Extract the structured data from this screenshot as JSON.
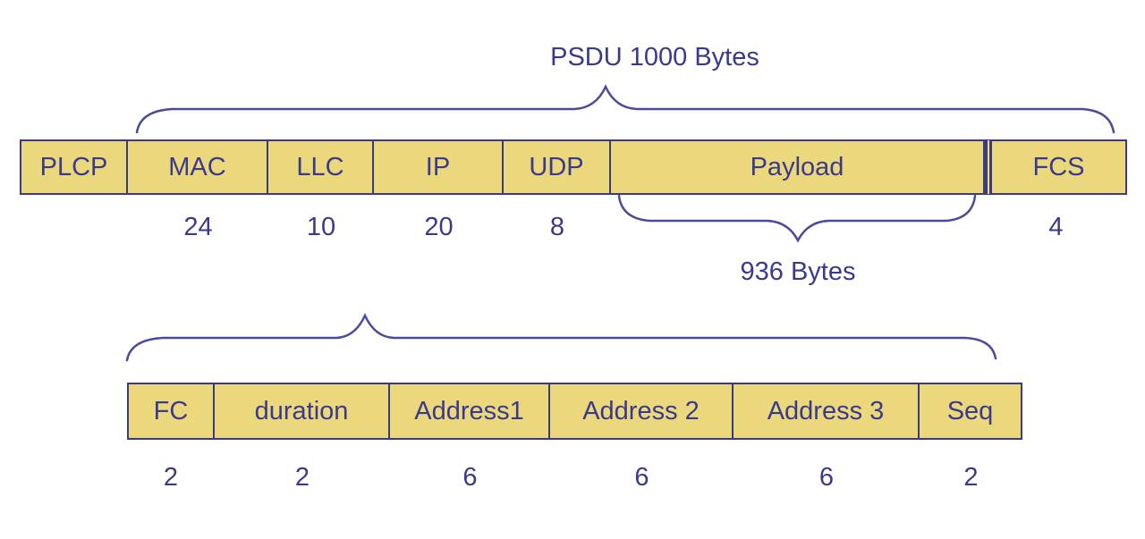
{
  "diagram": {
    "psdu_label": "PSDU 1000 Bytes",
    "payload_bytes_label": "936 Bytes",
    "colors": {
      "box_fill": "#EBD87D",
      "box_border": "#3B3B7E",
      "text": "#3A3A8C",
      "brace": "#4B4B9B",
      "background": "#FFFFFF"
    },
    "top_row": {
      "cells": [
        {
          "label": "PLCP",
          "size": ""
        },
        {
          "label": "MAC",
          "size": "24"
        },
        {
          "label": "LLC",
          "size": "10"
        },
        {
          "label": "IP",
          "size": "20"
        },
        {
          "label": "UDP",
          "size": "8"
        },
        {
          "label": "Payload",
          "size": ""
        },
        {
          "label": "FCS",
          "size": "4"
        }
      ]
    },
    "bottom_row": {
      "cells": [
        {
          "label": "FC",
          "size": "2"
        },
        {
          "label": "duration",
          "size": "2"
        },
        {
          "label": "Address1",
          "size": "6"
        },
        {
          "label": "Address 2",
          "size": "6"
        },
        {
          "label": "Address 3",
          "size": "6"
        },
        {
          "label": "Seq",
          "size": "2"
        }
      ]
    }
  }
}
